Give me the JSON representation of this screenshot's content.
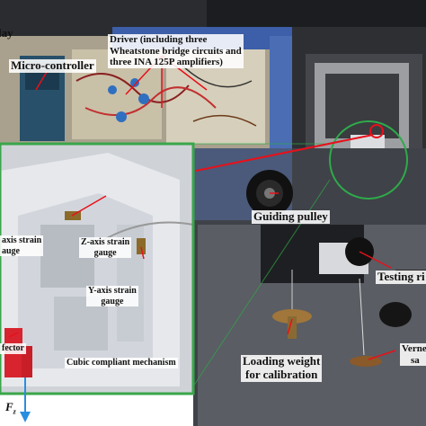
{
  "labels": {
    "relay": "lay",
    "microcontroller": "Micro-controller",
    "driver_line1": "Driver (including three",
    "driver_line2": "Wheatstone bridge circuits and",
    "driver_line3": "three INA 125P amplifiers)",
    "x_strain_line1": "axis strain",
    "x_strain_line2": "auge",
    "z_strain_line1": "Z-axis strain",
    "z_strain_line2": "gauge",
    "y_strain_line1": "Y-axis strain",
    "y_strain_line2": "gauge",
    "end_effector": "fector",
    "cubic_mechanism": "Cubic compliant mechanism",
    "guiding_pulley": "Guiding pulley",
    "testing_rig": "Testing ri",
    "loading_weight_line1": "Loading weight",
    "loading_weight_line2": "for calibration",
    "vernier_line1": "Verne",
    "vernier_line2": "sa",
    "force_symbol": "F",
    "force_subscript": "z"
  },
  "colors": {
    "annotation_arrow": "#e8101a",
    "inset_border": "#3aa64a",
    "force_arrow": "#2a8ee0",
    "zoom_circle": "#2faa4a",
    "label_text": "#111111"
  }
}
